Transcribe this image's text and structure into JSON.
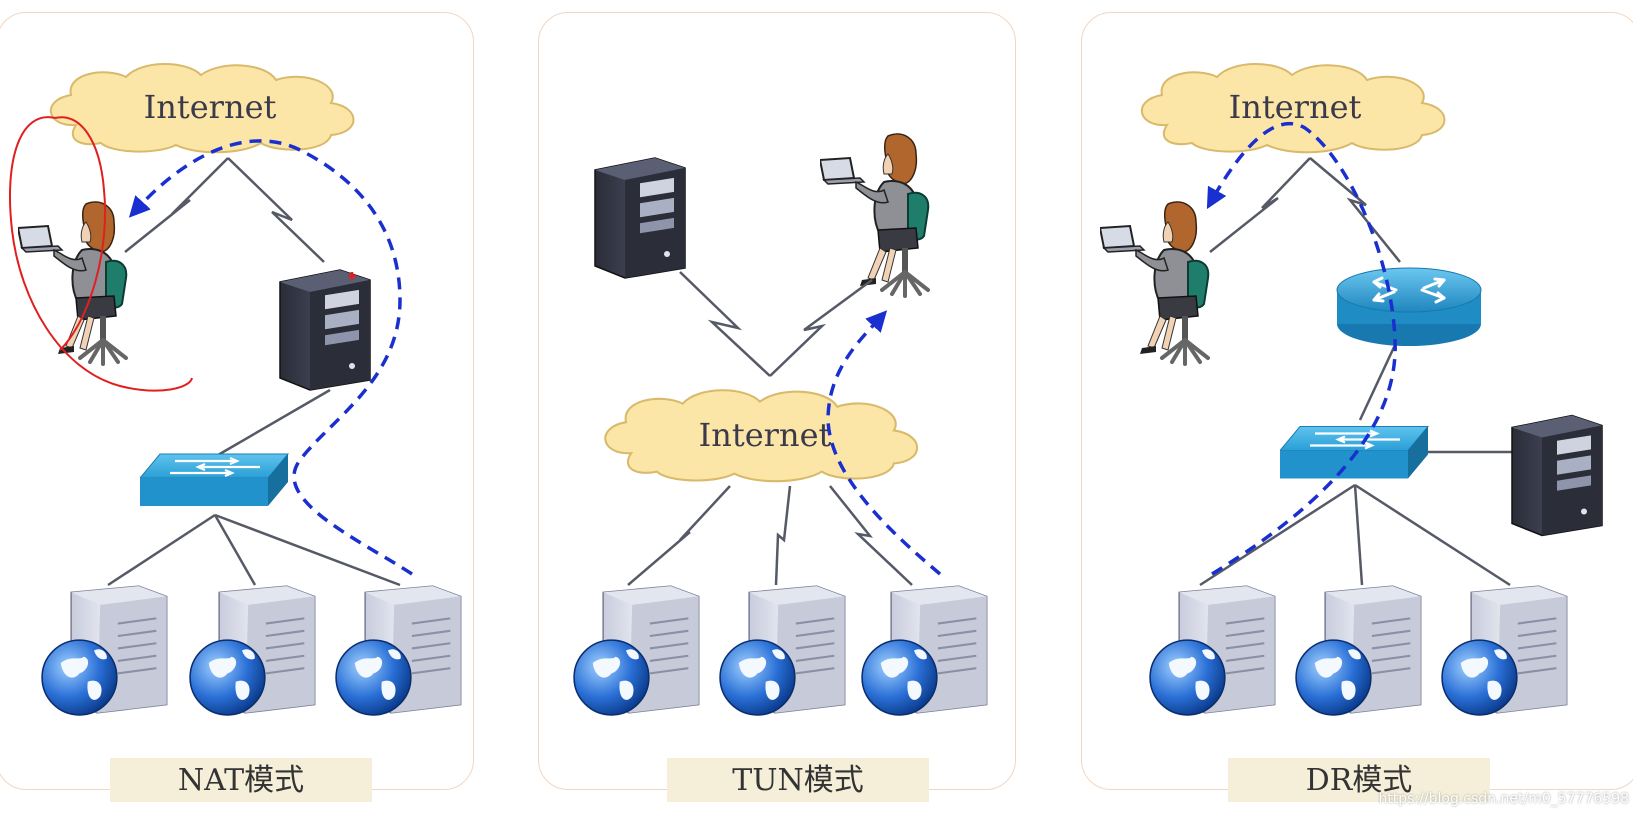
{
  "diagram": {
    "panels": [
      {
        "id": "nat",
        "label": "NAT模式",
        "cloud_label": "Internet"
      },
      {
        "id": "tun",
        "label": "TUN模式",
        "cloud_label": "Internet"
      },
      {
        "id": "dr",
        "label": "DR模式",
        "cloud_label": "Internet"
      }
    ]
  },
  "watermark": "https://blog.csdn.net/m0_57776598",
  "colors": {
    "cloud_fill": "#fbe6a8",
    "cloud_stroke": "#d9b96a",
    "flow_arrow": "#1a2fd0",
    "annotation": "#e02020",
    "switch": "#2a9fd6",
    "router": "#3aa6d8",
    "panel_border": "#f0d7c4"
  },
  "icons": [
    "cloud-icon",
    "user-at-laptop-icon",
    "server-tower-icon",
    "switch-icon",
    "router-icon",
    "web-server-icon"
  ]
}
